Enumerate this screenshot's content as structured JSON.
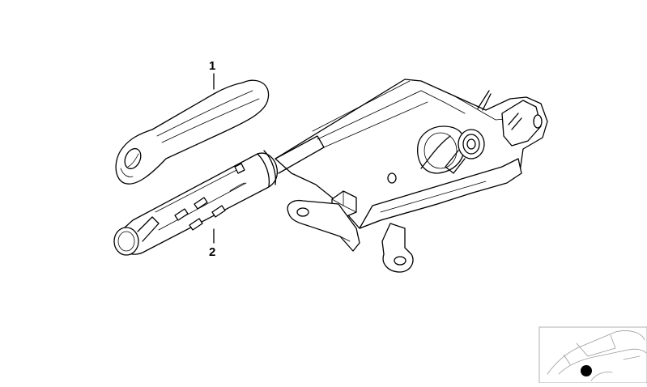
{
  "callouts": [
    {
      "number": "1",
      "part": "handbrake-grip"
    },
    {
      "number": "2",
      "part": "handbrake-lever"
    }
  ],
  "thumbnail": {
    "icon": "car-location-thumbnail",
    "marker_color": "#000000"
  },
  "colors": {
    "line": "#000000",
    "background": "#ffffff",
    "thumb_border": "#b0b0b0"
  }
}
